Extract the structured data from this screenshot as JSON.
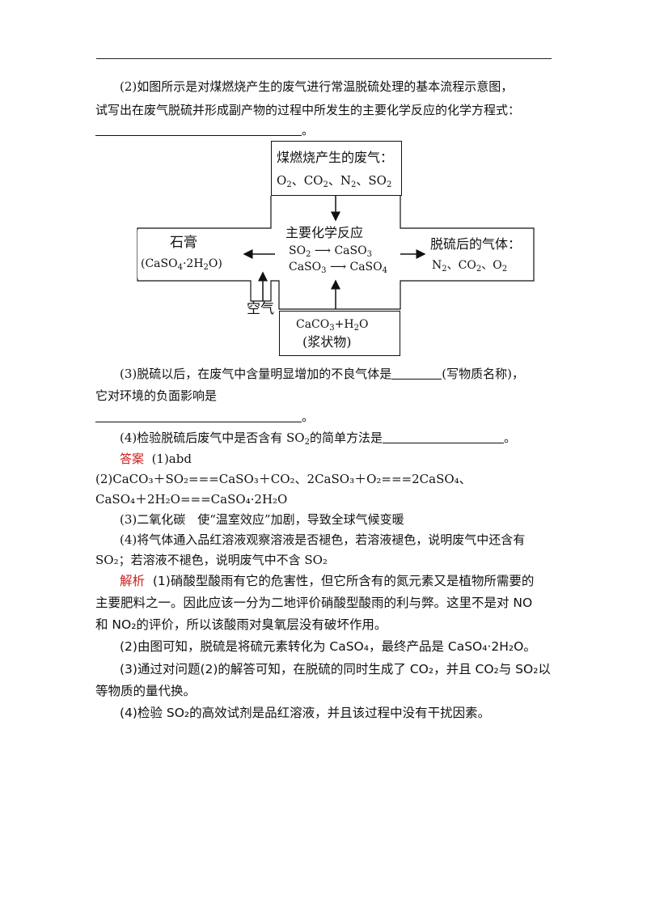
{
  "q2": {
    "line1": "(2)如图所示是对煤燃烧产生的废气进行常温脱硫处理的基本流程示意图，",
    "line2": "试写出在废气脱硫并形成副产物的过程中所发生的主要化学反应的化学方程式：",
    "end": "。"
  },
  "diagram": {
    "top_title": "煤燃烧产生的废气：",
    "top_gas_1": "O",
    "top_gas_1_sub": "2",
    "top_sep": "、",
    "top_gas_2": "CO",
    "top_gas_2_sub": "2",
    "top_gas_3": "N",
    "top_gas_3_sub": "2",
    "top_gas_4": "SO",
    "top_gas_4_sub": "2",
    "center_title": "主要化学反应",
    "center_l1_a": "SO",
    "center_l1_a_sub": "2",
    "center_l1_b": "CaSO",
    "center_l1_b_sub": "3",
    "center_l2_a": "CaSO",
    "center_l2_a_sub": "3",
    "center_l2_b": "CaSO",
    "center_l2_b_sub": "4",
    "left_title": "石膏",
    "left_formula_a": "(CaSO",
    "left_formula_a_sub": "4",
    "left_formula_b": "·2H",
    "left_formula_b_sub": "2",
    "left_formula_c": "O)",
    "right_title": "脱硫后的气体：",
    "right_gas_1": "N",
    "right_gas_1_sub": "2",
    "right_gas_2": "CO",
    "right_gas_2_sub": "2",
    "right_gas_3": "O",
    "right_gas_3_sub": "2",
    "air_label": "空气",
    "bottom_l1_a": "CaCO",
    "bottom_l1_a_sub": "3",
    "bottom_l1_b": "+H",
    "bottom_l1_b_sub": "2",
    "bottom_l1_c": "O",
    "bottom_l2": "(浆状物)"
  },
  "q3": {
    "line1_a": "(3)脱硫以后，在废气中含量明显增加的不良气体是",
    "line1_b": "(写物质名称)，",
    "line2": "它对环境的负面影响是",
    "end": "。"
  },
  "q4": {
    "a": "(4)检验脱硫后废气中是否含有 SO",
    "a_sub": "2",
    "b": "的简单方法是",
    "end": "。"
  },
  "answer": {
    "label": "答案",
    "a1": "(1)abd",
    "a2_l1": "(2)CaCO₃＋SO₂===CaSO₃＋CO₂、2CaSO₃＋O₂===2CaSO₄、",
    "a2_l2": "CaSO₄＋2H₂O===CaSO₄·2H₂O",
    "a3": "(3)二氧化碳　使“温室效应”加剧，导致全球气候变暖",
    "a4_l1": "(4)将气体通入品红溶液观察溶液是否褪色，若溶液褪色，说明废气中还含有",
    "a4_l2": "SO₂；若溶液不褪色，说明废气中不含 SO₂"
  },
  "analysis": {
    "label": "解析",
    "p1_l1": "(1)硝酸型酸雨有它的危害性，但它所含有的氮元素又是植物所需要的",
    "p1_l2": "主要肥料之一。因此应该一分为二地评价硝酸型酸雨的利与弊。这里不是对 NO",
    "p1_l3": "和 NO₂的评价，所以该酸雨对臭氧层没有破坏作用。",
    "p2": "(2)由图可知，脱硫是将硫元素转化为 CaSO₄，最终产品是 CaSO₄·2H₂O。",
    "p3_l1": "(3)通过对问题(2)的解答可知，在脱硫的同时生成了 CO₂，并且 CO₂与 SO₂以",
    "p3_l2": "等物质的量代换。",
    "p4": "(4)检验 SO₂的高效试剂是品红溶液，并且该过程中没有干扰因素。"
  }
}
